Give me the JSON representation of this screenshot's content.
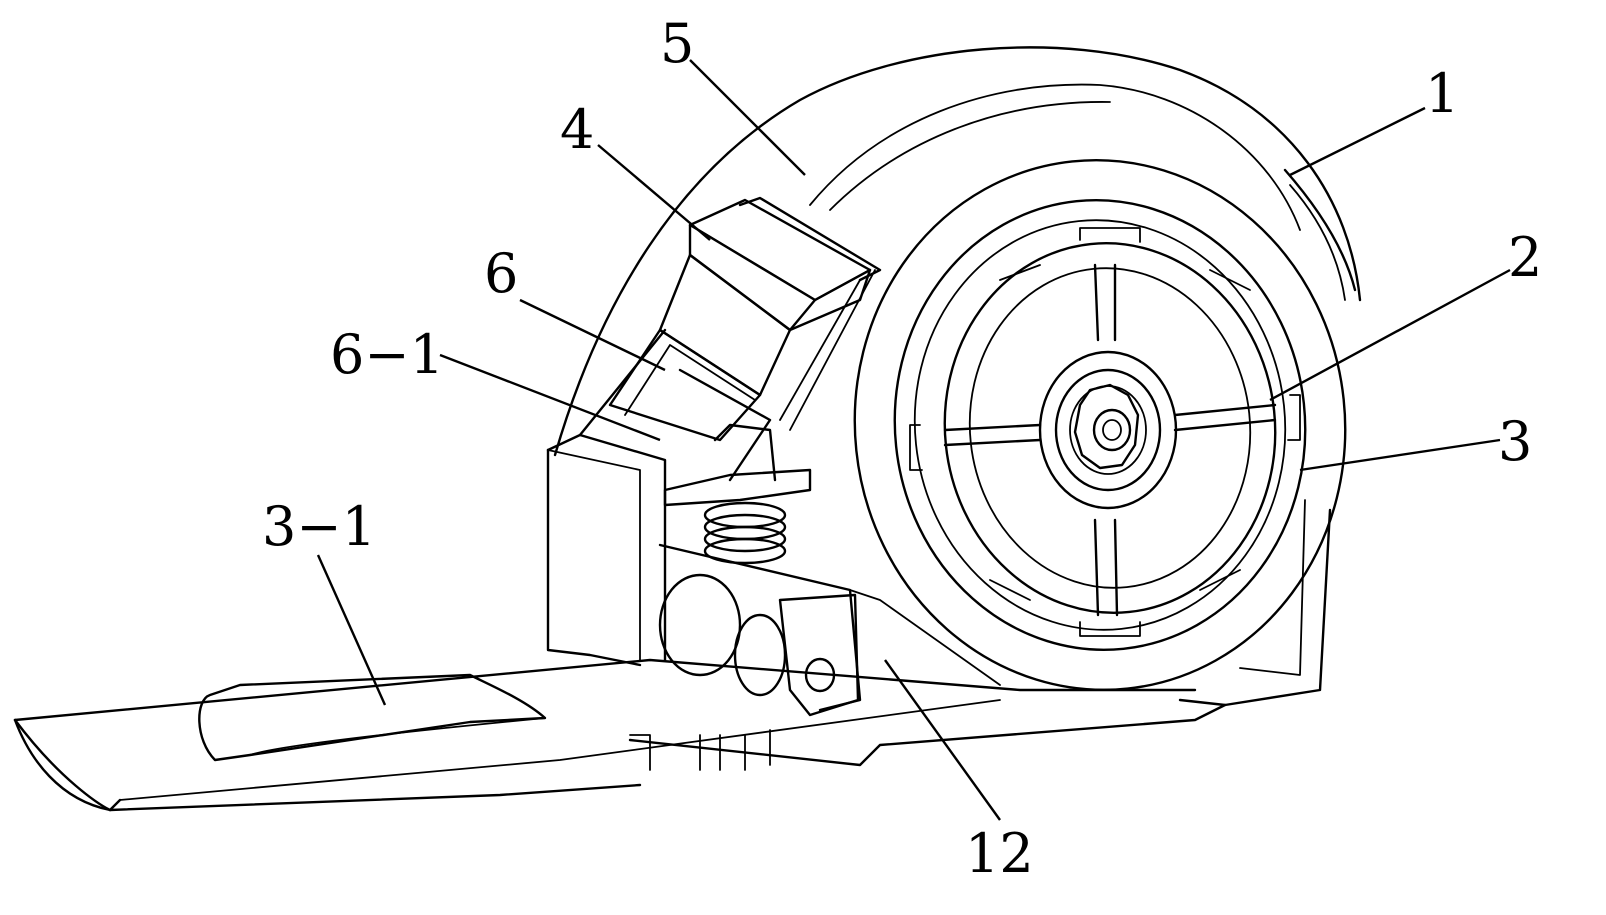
{
  "labels": {
    "l1": "1",
    "l2": "2",
    "l3": "3",
    "l4": "4",
    "l5": "5",
    "l6": "6",
    "l6_1": "6−1",
    "l3_1": "3−1",
    "l12": "12"
  },
  "colors": {
    "line": "#000000",
    "background": "#ffffff"
  }
}
